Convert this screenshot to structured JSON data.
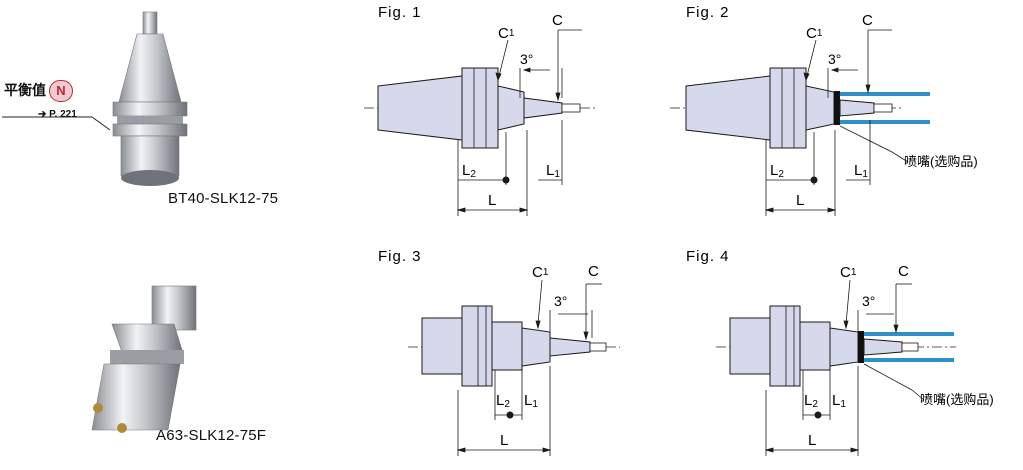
{
  "products": [
    {
      "model": "BT40-SLK12-75"
    },
    {
      "model": "A63-SLK12-75F"
    }
  ],
  "balance": {
    "label": "平衡值",
    "badge": "N",
    "page_ref": "P. 221"
  },
  "figures": [
    {
      "title": "Fig. 1",
      "c1": "C",
      "c1_sub": "1",
      "c": "C",
      "angle": "3°",
      "l2": "L",
      "l2_sub": "2",
      "l1": "L",
      "l1_sub": "1",
      "l": "L"
    },
    {
      "title": "Fig. 2",
      "c1": "C",
      "c1_sub": "1",
      "c": "C",
      "angle": "3°",
      "l2": "L",
      "l2_sub": "2",
      "l1": "L",
      "l1_sub": "1",
      "l": "L",
      "nozzle": "喷嘴(选购品)"
    },
    {
      "title": "Fig. 3",
      "c1": "C",
      "c1_sub": "1",
      "c": "C",
      "angle": "3°",
      "l2": "L",
      "l2_sub": "2",
      "l1": "L",
      "l1_sub": "1",
      "l": "L"
    },
    {
      "title": "Fig. 4",
      "c1": "C",
      "c1_sub": "1",
      "c": "C",
      "angle": "3°",
      "l2": "L",
      "l2_sub": "2",
      "l1": "L",
      "l1_sub": "1",
      "l": "L",
      "nozzle": "喷嘴(选购品)"
    }
  ],
  "colors": {
    "body": "#d6d8ec",
    "outline": "#1a1a1a",
    "coolant": "#2f8fc8",
    "badge": "#b03030"
  }
}
